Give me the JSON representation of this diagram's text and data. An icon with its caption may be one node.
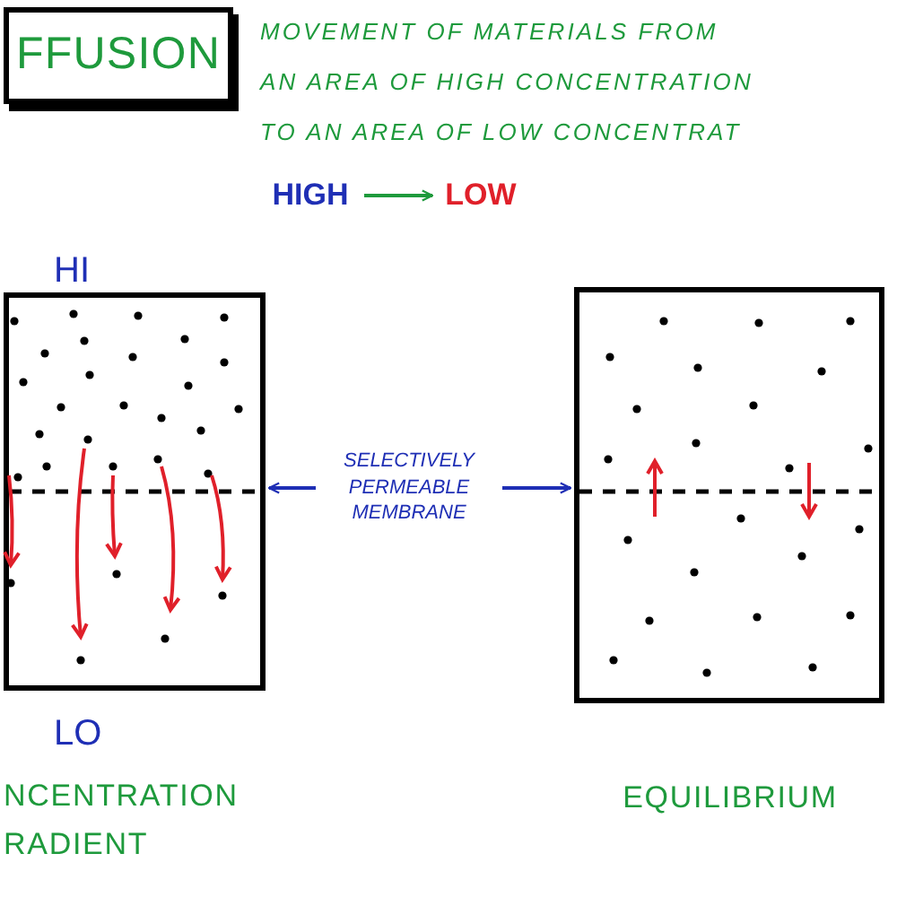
{
  "diagram": {
    "nodes": [
      {
        "text": [
          "FFUSION"
        ]
      },
      {
        "text": [
          "HIGH"
        ]
      },
      {
        "text": [
          "LOW"
        ]
      },
      {
        "text": [],
        "shape": "box",
        "beside": [
          "HI",
          "LO",
          "NCENTRATION RADIENT"
        ]
      },
      {
        "text": [
          "SELECTIVELY PERMEABLE MEMBRANE"
        ]
      },
      {
        "text": [],
        "shape": "box",
        "beside": [
          "EQUILIBRIUM"
        ]
      }
    ],
    "edges": [
      {
        "from": 1,
        "to": 2,
        "arrow": "to",
        "color": "#1e9a3c"
      },
      {
        "from": 4,
        "to": 3,
        "arrow": "to"
      },
      {
        "from": 4,
        "to": 5,
        "arrow": "to"
      }
    ],
    "labels": [
      "MOVEMENT OF MATERIALS FROM",
      "AN AREA OF HIGH CONCENTRATION",
      "TO AN AREA OF LOW CONCENTRAT"
    ]
  }
}
